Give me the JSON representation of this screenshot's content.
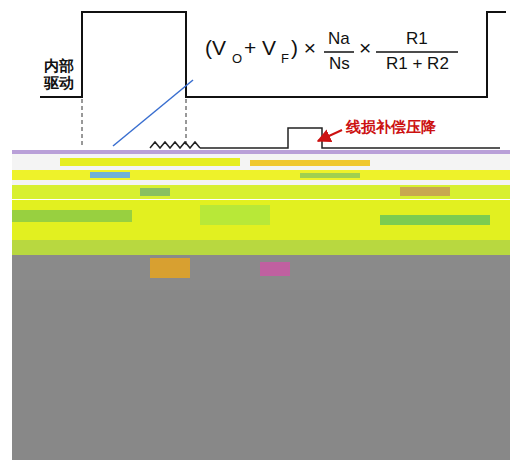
{
  "diagram": {
    "labels": [
      "内部 驱动",
      "(V",
      "O",
      "+ V",
      "F",
      ") ×",
      "Na",
      "Ns",
      "×",
      "R1",
      "R1 + R2",
      "线损补偿压降"
    ]
  }
}
